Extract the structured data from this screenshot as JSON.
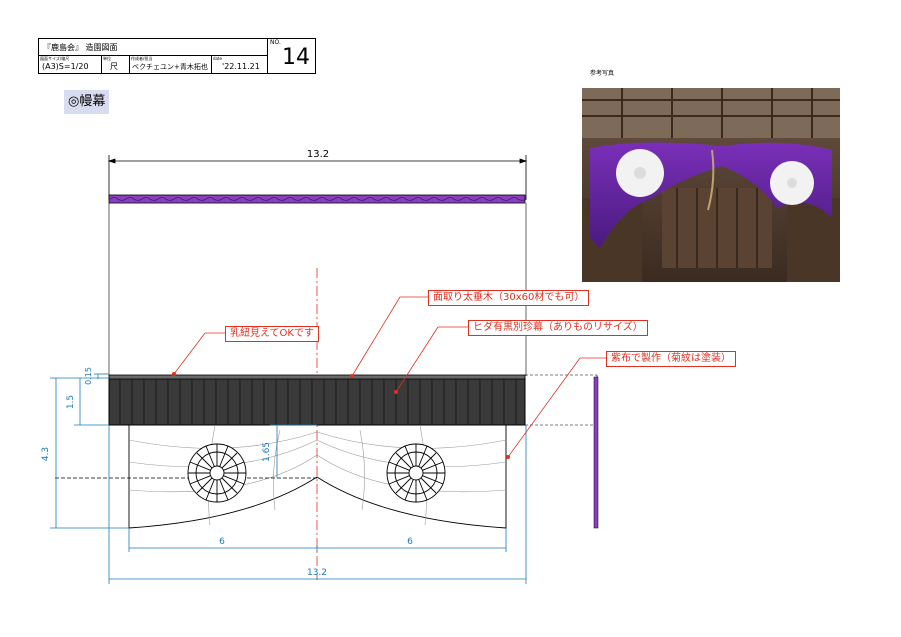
{
  "title_block": {
    "drawing_title": "『鹿島会』 造園図面",
    "scale_caption": "図面サイズ/縮尺",
    "scale": "(A3)S=1/20",
    "unit_caption": "単位",
    "unit": "尺",
    "author_caption": "作成者/担当",
    "author": "ベクチェユン+青木拓也",
    "date_caption": "date",
    "date": "'22.11.21",
    "no_label": "NO.",
    "no_value": "14"
  },
  "section_heading": "◎幔幕",
  "photo": {
    "caption": "参考写真"
  },
  "dimensions": {
    "top_width": "13.2",
    "bottom_width": "13.2",
    "half_left": "6",
    "half_right": "6",
    "height_total": "4.3",
    "valance_height": "1.5",
    "rod_height": "0.15",
    "swag_depth": "1.65"
  },
  "callouts": {
    "rod": "面取り太垂木（30x60材でも可）",
    "fringe": "ヒダ有黒別珍幕（ありものリサイズ）",
    "tassel": "乳紐見えてOKです",
    "cloth": "紫布で製作（菊紋は塗装）"
  },
  "colors": {
    "purple": "#8a3fc0",
    "dark_valance": "#3a3a3a",
    "dimension_blue": "#1a7ab8",
    "callout_red": "#e03020",
    "centerline": "#e03020"
  }
}
